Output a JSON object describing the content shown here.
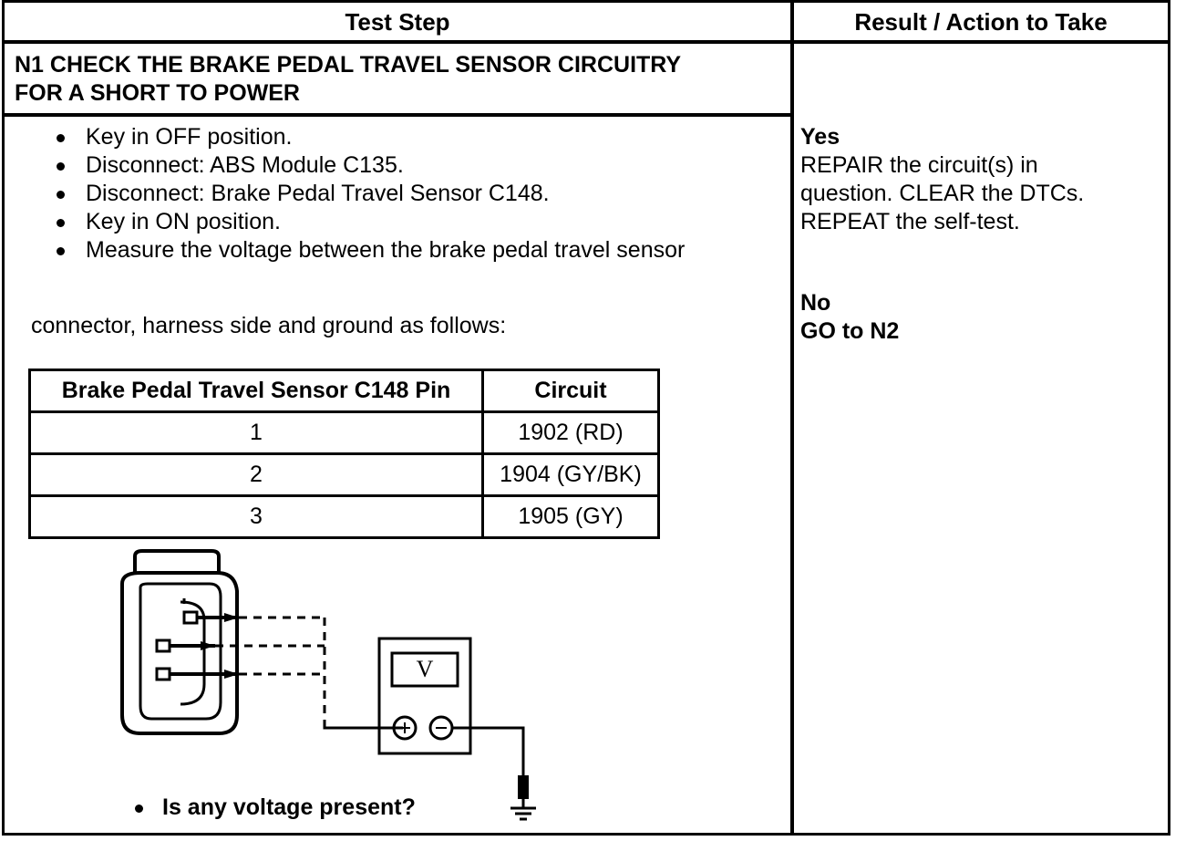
{
  "header": {
    "test_step": "Test Step",
    "result_action": "Result / Action to Take"
  },
  "step": {
    "title_line1": "N1 CHECK THE BRAKE PEDAL TRAVEL SENSOR CIRCUITRY",
    "title_line2": "FOR A SHORT TO POWER",
    "bullets": [
      "Key in OFF position.",
      "Disconnect: ABS Module C135.",
      "Disconnect: Brake Pedal Travel Sensor C148.",
      "Key in ON position.",
      "Measure the voltage between the brake pedal travel sensor"
    ],
    "continuation": "connector, harness side and ground as follows:",
    "table": {
      "headers": [
        "Brake Pedal Travel Sensor C148 Pin",
        "Circuit"
      ],
      "rows": [
        [
          "1",
          "1902 (RD)"
        ],
        [
          "2",
          "1904 (GY/BK)"
        ],
        [
          "3",
          "1905 (GY)"
        ]
      ]
    },
    "meter_label": "V",
    "question": "Is any voltage present?"
  },
  "result": {
    "yes_heading": "Yes",
    "yes_lines": [
      "REPAIR the circuit(s) in",
      "question. CLEAR the DTCs.",
      "REPEAT the self-test."
    ],
    "no_heading": "No",
    "no_text": "GO to N2"
  }
}
